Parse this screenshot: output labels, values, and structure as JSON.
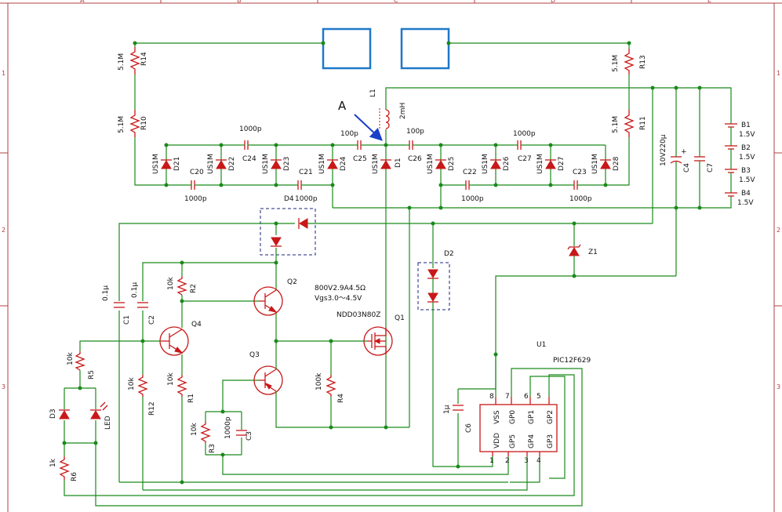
{
  "frame": {
    "columns": [
      "A",
      "B",
      "C",
      "D",
      "E"
    ],
    "rows": [
      "1",
      "2",
      "3"
    ]
  },
  "resistors": {
    "r14": {
      "ref": "R14",
      "value": "5.1M"
    },
    "r10": {
      "ref": "R10",
      "value": "5.1M"
    },
    "r13": {
      "ref": "R13",
      "value": "5.1M"
    },
    "r11": {
      "ref": "R11",
      "value": "5.1M"
    },
    "r2": {
      "ref": "R2",
      "value": "10k"
    },
    "r5": {
      "ref": "R5",
      "value": "10k"
    },
    "r12": {
      "ref": "R12",
      "value": "10k"
    },
    "r1": {
      "ref": "R1",
      "value": "10k"
    },
    "r4": {
      "ref": "R4",
      "value": "100k"
    },
    "r3": {
      "ref": "R3",
      "value": "10k"
    },
    "r6": {
      "ref": "R6",
      "value": "1k"
    }
  },
  "capacitors": {
    "c24": {
      "ref": "C24",
      "value": "1000p"
    },
    "c20": {
      "ref": "C20",
      "value": "1000p"
    },
    "c21": {
      "ref": "C21",
      "value": "1000p"
    },
    "c25": {
      "ref": "C25",
      "value": "100p"
    },
    "c26": {
      "ref": "C26",
      "value": "100p"
    },
    "c27": {
      "ref": "C27",
      "value": "1000p"
    },
    "c22": {
      "ref": "C22",
      "value": "1000p"
    },
    "c23": {
      "ref": "C23",
      "value": "1000p"
    },
    "c4": {
      "ref": "C4",
      "value": "10V220μ"
    },
    "c7": {
      "ref": "C7",
      "value": ""
    },
    "c1": {
      "ref": "C1",
      "value": "0.1μ"
    },
    "c2": {
      "ref": "C2",
      "value": "0.1μ"
    },
    "c3": {
      "ref": "C3",
      "value": "1000p"
    },
    "c6": {
      "ref": "C6",
      "value": "1μ"
    }
  },
  "diodes": {
    "d21": {
      "ref": "D21",
      "value": "US1M"
    },
    "d22": {
      "ref": "D22",
      "value": "US1M"
    },
    "d23": {
      "ref": "D23",
      "value": "US1M"
    },
    "d24": {
      "ref": "D24",
      "value": "US1M"
    },
    "d1": {
      "ref": "D1",
      "value": "US1M"
    },
    "d25": {
      "ref": "D25",
      "value": "US1M"
    },
    "d26": {
      "ref": "D26",
      "value": "US1M"
    },
    "d27": {
      "ref": "D27",
      "value": "US1M"
    },
    "d28": {
      "ref": "D28",
      "value": "US1M"
    },
    "d4": {
      "ref": "D4"
    },
    "d2": {
      "ref": "D2"
    },
    "d3": {
      "ref": "D3"
    },
    "z1": {
      "ref": "Z1"
    },
    "led": {
      "ref": "LED"
    }
  },
  "batteries": [
    {
      "ref": "B1",
      "value": "1.5V"
    },
    {
      "ref": "B2",
      "value": "1.5V"
    },
    {
      "ref": "B3",
      "value": "1.5V"
    },
    {
      "ref": "B4",
      "value": "1.5V"
    }
  ],
  "inductor": {
    "ref": "L1",
    "value": "2mH"
  },
  "annotation": {
    "label": "A"
  },
  "transistors": {
    "q1": {
      "ref": "Q1",
      "part": "NDD03N80Z"
    },
    "q2": {
      "ref": "Q2"
    },
    "q3": {
      "ref": "Q3"
    },
    "q4": {
      "ref": "Q4"
    },
    "spec_line1": "800V2.9A4.5Ω",
    "spec_line2": "Vgs3.0〜4.5V"
  },
  "ic": {
    "ref": "U1",
    "part": "PIC12F629",
    "top_pins": [
      {
        "num": "8",
        "name": "VSS"
      },
      {
        "num": "7",
        "name": "GP0"
      },
      {
        "num": "6",
        "name": "GP1"
      },
      {
        "num": "5",
        "name": "GP2"
      }
    ],
    "bottom_pins": [
      {
        "num": "1",
        "name": "VDD"
      },
      {
        "num": "2",
        "name": "GP5"
      },
      {
        "num": "3",
        "name": "GP4"
      },
      {
        "num": "4",
        "name": "GP3"
      }
    ]
  },
  "colors": {
    "wire": "#1a8a1a",
    "component": "#c81818",
    "electrode": "#1f78c8",
    "arrow": "#1a3fc8",
    "dashed_box": "#1a237e"
  }
}
